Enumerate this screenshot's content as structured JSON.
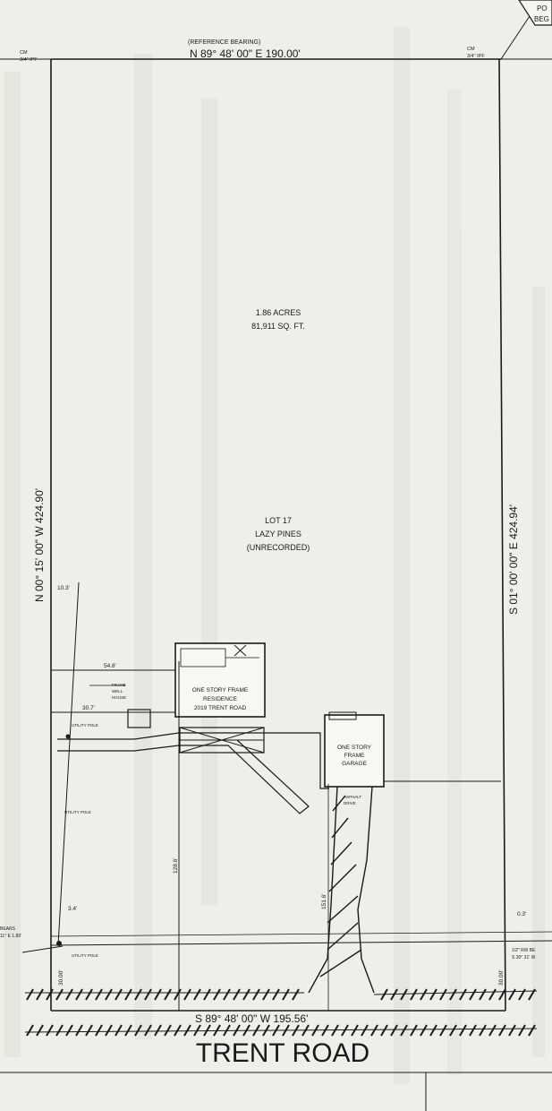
{
  "boundary": {
    "reference_label": "(REFERENCE BEARING)",
    "north_bearing": "N 89° 48' 00\" E   190.00'",
    "south_bearing": "S 89° 48' 00\" W   195.56'",
    "west_bearing": "N 00° 15' 00\" W   424.90'",
    "east_bearing": "S 01° 00' 00\" E   424.94'",
    "nw_corner_line1": "CM",
    "nw_corner_line2": "3/4\" IPF",
    "ne_corner_line1": "CM",
    "ne_corner_line2": "3/4\" IPF",
    "pob_line1": "PO",
    "pob_line2": "BEG"
  },
  "parcel": {
    "acres": "1.86 ACRES",
    "sqft": "81,911 SQ. FT.",
    "lot": "LOT 17",
    "subdivision": "LAZY PINES",
    "status": "(UNRECORDED)"
  },
  "structures": {
    "residence_line1": "ONE STORY FRAME",
    "residence_line2": "RESIDENCE",
    "residence_line3": "2019 TRENT ROAD",
    "garage_line1": "ONE STORY",
    "garage_line2": "FRAME",
    "garage_line3": "GARAGE",
    "well_line1": "FRAME",
    "well_line2": "WELL",
    "well_line3": "HOUSE",
    "utility_pole": "UTILITY POLE",
    "asphalt_drive_line1": "ASPHALT",
    "asphalt_drive_line2": "DRIVE"
  },
  "dimensions": {
    "d_10_3": "10.3'",
    "d_54_8": "54.8'",
    "d_30_7": "30.7'",
    "d_128_6": "128.6'",
    "d_151_6": "151.6'",
    "d_3_4": "3.4'",
    "d_0_3": "0.3'",
    "d_30_00_left": "30.00'",
    "d_30_00_right": "30.00'"
  },
  "right_edge": {
    "line1": "1/2\" RW BE",
    "line2": "S 30° 31' W"
  },
  "left_edge": {
    "line1": "BEARS",
    "line2": "11° E  1.89'"
  },
  "road": {
    "name": "TRENT ROAD"
  },
  "colors": {
    "paper": "#eeeeea",
    "ink": "#1a1a1a",
    "ghost": "#d2d2cc"
  }
}
